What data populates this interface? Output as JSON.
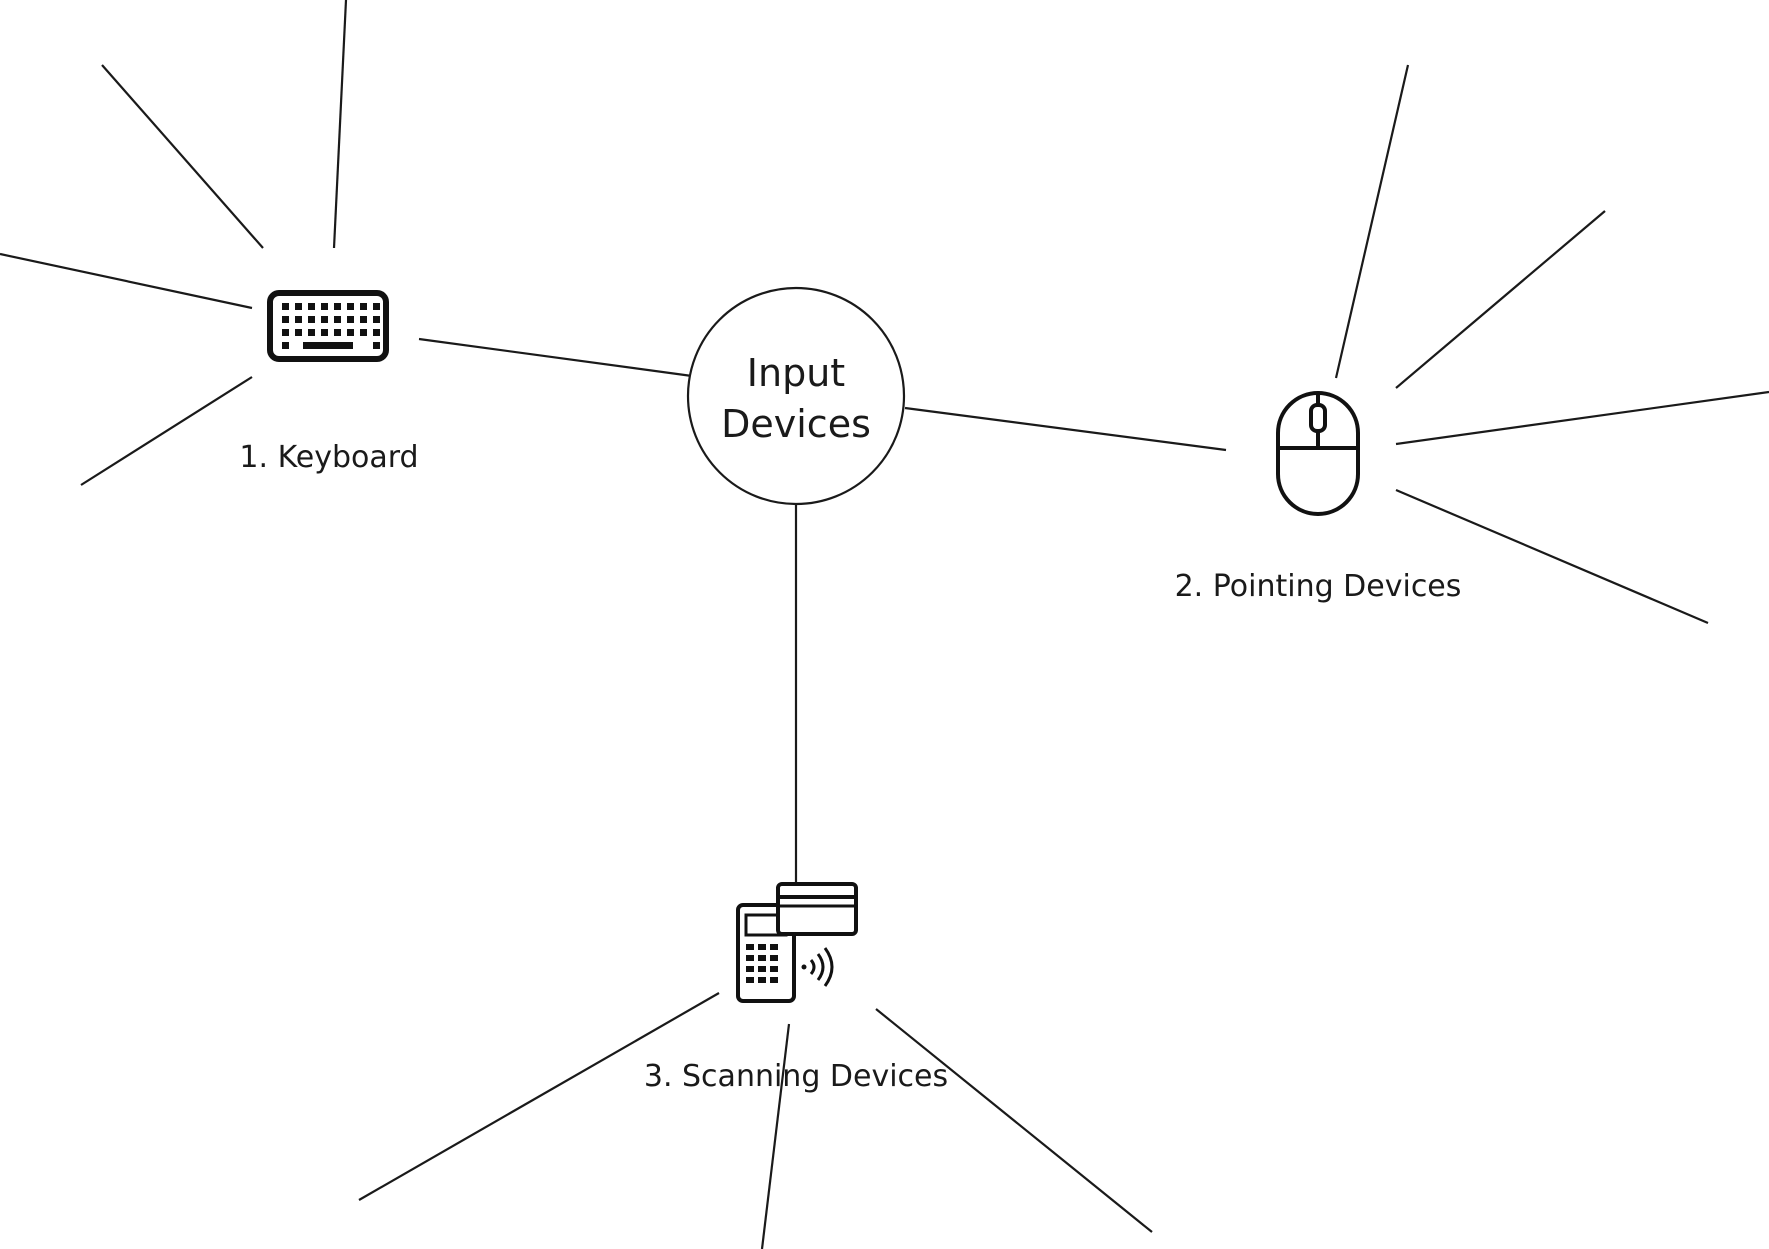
{
  "diagram": {
    "hub": {
      "line1": "Input",
      "line2": "Devices"
    },
    "nodes": [
      {
        "label": "1. Keyboard",
        "icon": "keyboard-icon"
      },
      {
        "label": "2. Pointing Devices",
        "icon": "mouse-icon"
      },
      {
        "label": "3. Scanning Devices",
        "icon": "contactless-payment-terminal-icon"
      }
    ],
    "colors": {
      "line": "#1a1a1a",
      "background": "#ffffff"
    }
  }
}
